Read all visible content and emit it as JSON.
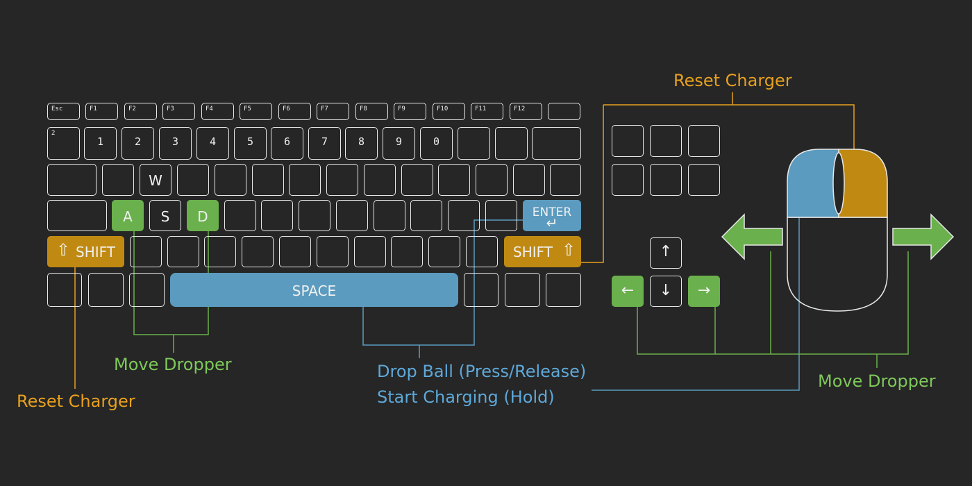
{
  "colors": {
    "background": "#262626",
    "key_outline": "#e8e8e8",
    "move": "#6ab04c",
    "reset": "#c08a12",
    "drop": "#5b9bbf",
    "caption_move": "#7ec85a",
    "caption_reset": "#e8a01e",
    "caption_drop": "#5ea8d8"
  },
  "keyboard": {
    "esc": "Esc",
    "f1": "F1",
    "f2": "F2",
    "f3": "F3",
    "f4": "F4",
    "f5": "F5",
    "f6": "F6",
    "f7": "F7",
    "f8": "F8",
    "f9": "F9",
    "f10": "F10",
    "f11": "F11",
    "f12": "F12",
    "backtick": "2",
    "n1": "1",
    "n2": "2",
    "n3": "3",
    "n4": "4",
    "n5": "5",
    "n6": "6",
    "n7": "7",
    "n8": "8",
    "n9": "9",
    "n0": "0",
    "w": "W",
    "a": "A",
    "s": "S",
    "d": "D",
    "enter": "ENTER",
    "enter_symbol": "↵",
    "shift_left": "SHIFT",
    "shift_right": "SHIFT",
    "shift_icon": "⇧",
    "space": "SPACE"
  },
  "arrows": {
    "up": "↑",
    "down": "↓",
    "left": "←",
    "right": "→"
  },
  "captions": {
    "reset_charger_left": "Reset Charger",
    "move_dropper_left": "Move Dropper",
    "drop_ball_line1": "Drop Ball (Press/Release)",
    "drop_ball_line2": "Start Charging (Hold)",
    "reset_charger_top": "Reset Charger",
    "move_dropper_right": "Move Dropper"
  }
}
